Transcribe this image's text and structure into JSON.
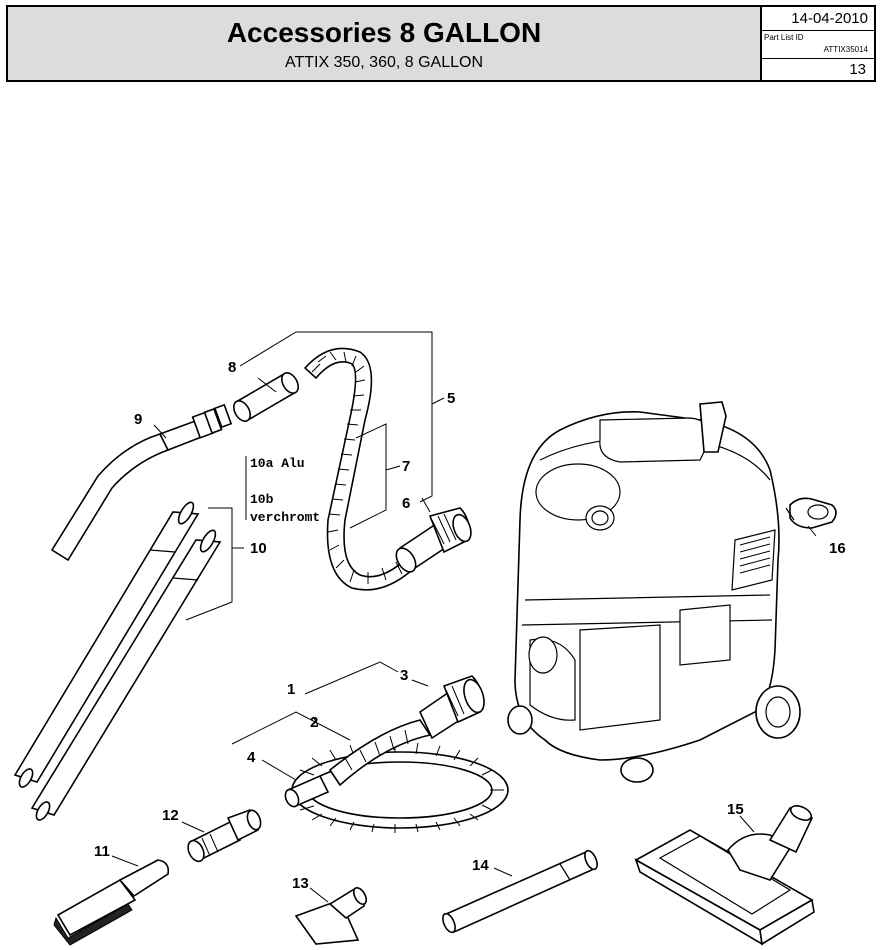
{
  "header": {
    "title": "Accessories 8 GALLON",
    "subtitle": "ATTIX 350, 360, 8 GALLON",
    "date": "14-04-2010",
    "part_list_label": "Part List ID",
    "part_list_id": "ATTIX35014",
    "page": "13"
  },
  "callouts": {
    "c1": "1",
    "c2": "2",
    "c3": "3",
    "c4": "4",
    "c5": "5",
    "c6": "6",
    "c7": "7",
    "c8": "8",
    "c9": "9",
    "c10": "10",
    "c11": "11",
    "c12": "12",
    "c13": "13",
    "c14": "14",
    "c15": "15",
    "c16": "16"
  },
  "notes": {
    "alu": "10a Alu",
    "chrome_code": "10b",
    "chrome_word": "verchromt"
  }
}
